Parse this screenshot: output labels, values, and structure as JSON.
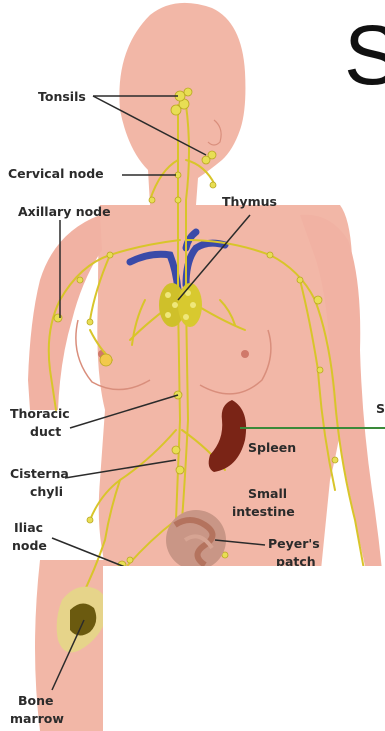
{
  "diagram": {
    "corner_letter": "S",
    "edge_letter": "S",
    "labels": {
      "tonsils": "Tonsils",
      "cervical_node": "Cervical node",
      "axillary_node": "Axillary node",
      "thymus": "Thymus",
      "thoracic_duct": [
        "Thoracic",
        "duct"
      ],
      "cisterna_chyli": [
        "Cisterna",
        "chyli"
      ],
      "iliac_node": [
        "Iliac",
        "node"
      ],
      "spleen": "Spleen",
      "small_intestine": [
        "Small",
        "intestine"
      ],
      "peyers_patch": [
        "Peyer's",
        "patch"
      ],
      "bone_marrow": [
        "Bone",
        "marrow"
      ]
    },
    "colors": {
      "skin": "#f2b7a7",
      "lymph_vessel": "#d8c52a",
      "node": "#e8de54",
      "vein": "#3a4aa8",
      "spleen": "#7a2416",
      "bone": "#e6d48a",
      "marrow": "#6b5a0f",
      "leader_line": "#2b2b2b",
      "spleen_pointer": "#3a8a3a"
    }
  }
}
